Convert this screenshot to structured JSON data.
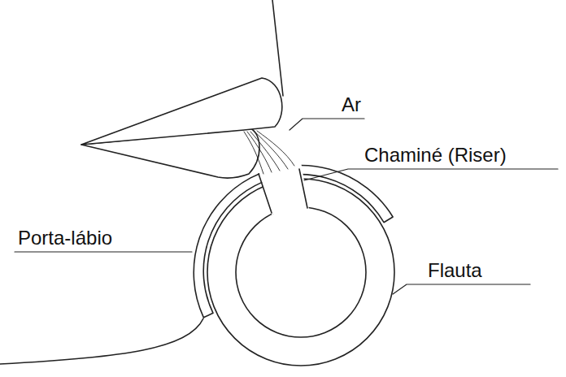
{
  "diagram": {
    "labels": [
      "Ar",
      "Chaminé (Riser)",
      "Porta-lábio",
      "Flauta"
    ]
  }
}
